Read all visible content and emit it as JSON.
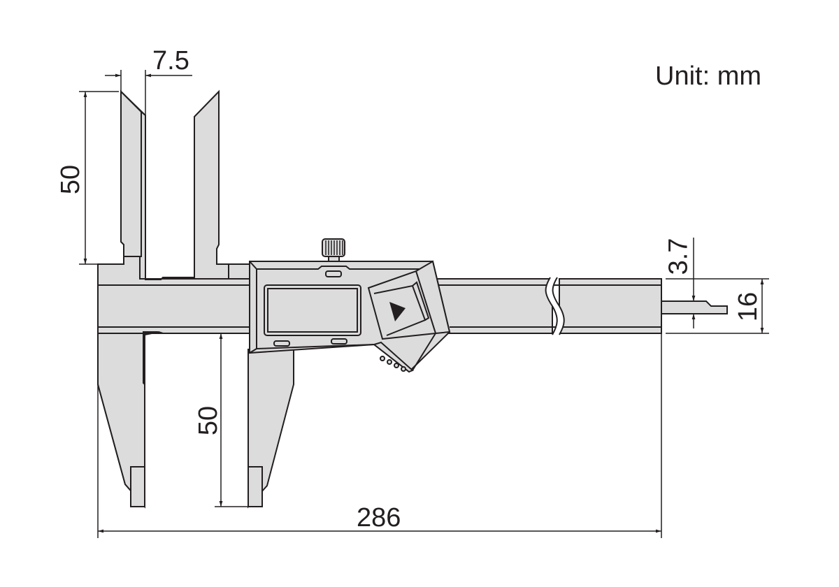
{
  "unit_label": "Unit: mm",
  "dimensions": {
    "jaw_tip_width": "7.5",
    "upper_jaw_length": "50",
    "lower_jaw_length": "50",
    "overall_length": "286",
    "depth_rod_thickness": "3.7",
    "beam_width": "16"
  },
  "colors": {
    "part_fill": "#dcdcdc",
    "line": "#231f20"
  },
  "icons": {
    "mode_button": "play-triangle-icon"
  }
}
